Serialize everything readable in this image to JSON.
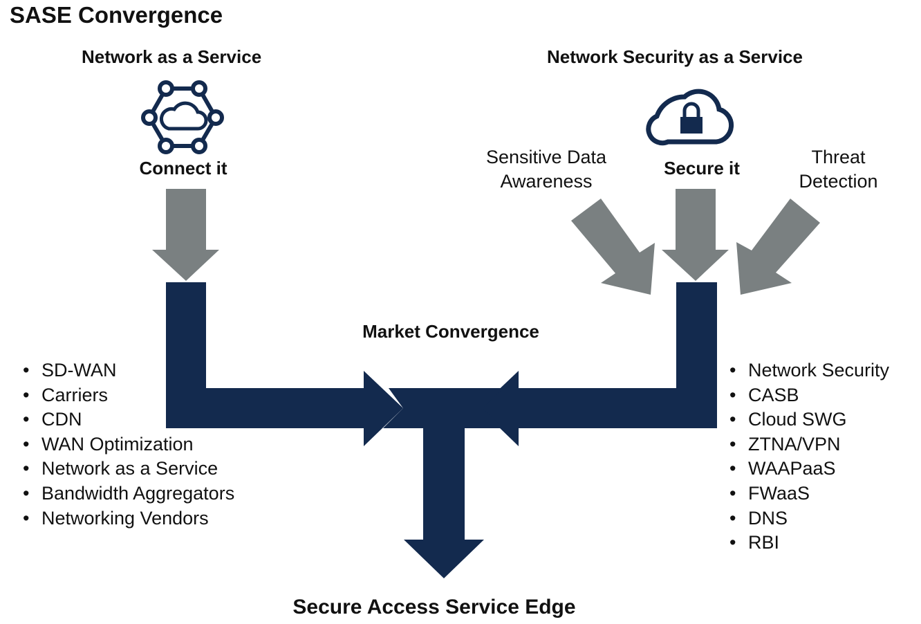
{
  "title": "SASE Convergence",
  "left": {
    "heading": "Network as a Service",
    "label": "Connect it",
    "icon": "network-cloud-hexagon-icon",
    "items": [
      "SD-WAN",
      "Carriers",
      "CDN",
      "WAN Optimization",
      "Network as a Service",
      "Bandwidth Aggregators",
      "Networking Vendors"
    ]
  },
  "right": {
    "heading": "Network Security as a Service",
    "label": "Secure it",
    "icon": "cloud-lock-icon",
    "side_left": "Sensitive Data\nAwareness",
    "side_right": "Threat\nDetection",
    "items": [
      "Network Security",
      "CASB",
      "Cloud SWG",
      "ZTNA/VPN",
      "WAAPaaS",
      "FWaaS",
      "DNS",
      "RBI"
    ]
  },
  "center": {
    "label": "Market Convergence",
    "result": "Secure Access Service Edge"
  },
  "colors": {
    "navy": "#132a4e",
    "gray": "#7a8081"
  }
}
